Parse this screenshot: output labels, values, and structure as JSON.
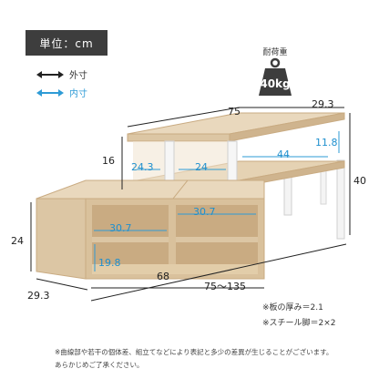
{
  "unit_badge": "単位：cm",
  "legend": {
    "outer_label": "外寸",
    "inner_label": "内寸",
    "outer_color": "#222222",
    "inner_color": "#2e9bd6",
    "outer_icon": "double-arrow-icon",
    "inner_icon": "double-arrow-icon"
  },
  "load": {
    "caption": "耐荷重",
    "value": "40kg",
    "icon": "weight-icon"
  },
  "dimensions": {
    "top_width": "75",
    "top_depth": "29.3",
    "total_height": "40",
    "upper_height": "16",
    "upper_inner_depth": "24.3",
    "upper_inner_width_a": "24",
    "upper_inner_width_b": "44",
    "upper_inner_height": "11.8",
    "lower_height": "24",
    "lower_inner_width_a": "30.7",
    "lower_inner_width_b": "30.7",
    "lower_inner_height": "19.8",
    "lower_width": "68",
    "lower_depth": "29.3",
    "extended_width": "75〜135"
  },
  "notes": {
    "board_thickness": "※板の厚み＝2.1",
    "steel_leg": "※スチール脚＝2×2"
  },
  "footnote": {
    "line1": "※曲線部や若干の個体差、組立てなどにより表記と多少の差異が生じることがございます。",
    "line2": "あらかじめご了承ください。"
  },
  "colors": {
    "wood_top": "#e9d8bd",
    "wood_front": "#dcc6a4",
    "wood_side": "#cfb48e",
    "wood_inner": "#c7a97f",
    "leg": "#f4f4f4",
    "inner_dim": "#2e9bd6"
  }
}
